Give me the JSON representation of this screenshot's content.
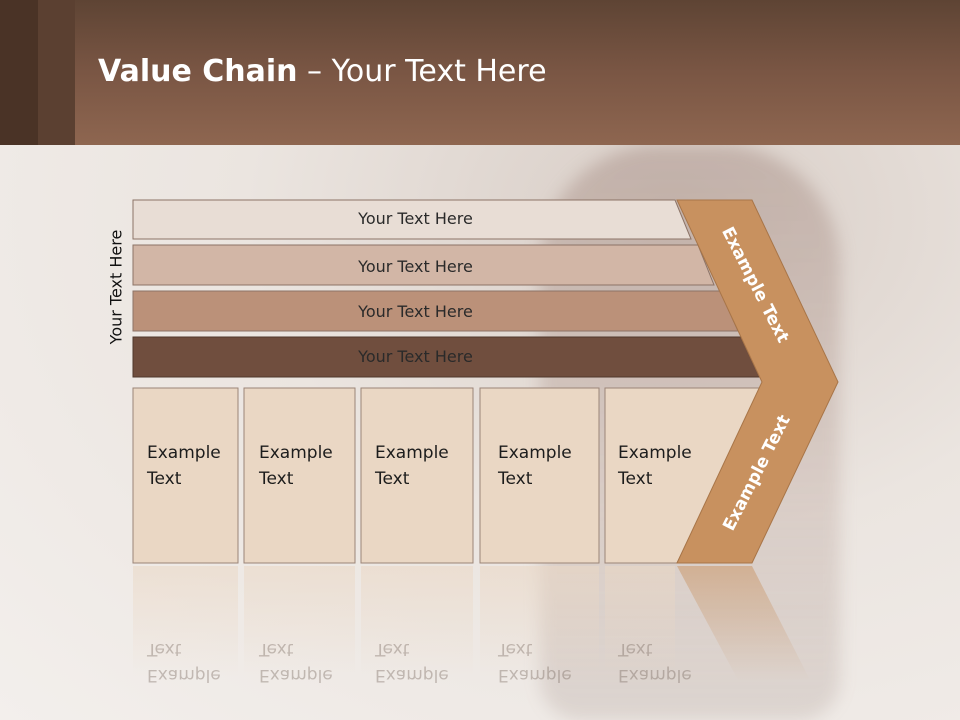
{
  "title": {
    "bold": "Value Chain",
    "rest": " – Your Text Here"
  },
  "side_label": "Your Text Here",
  "bars": [
    {
      "label": "Your Text Here",
      "color": "#e8ddd5"
    },
    {
      "label": "Your Text Here",
      "color": "#d2b6a6"
    },
    {
      "label": "Your Text Here",
      "color": "#bb9179"
    },
    {
      "label": "Your Text Here",
      "color": "#704e3e"
    }
  ],
  "columns": [
    {
      "line1": "Example",
      "line2": "Text"
    },
    {
      "line1": "Example",
      "line2": "Text"
    },
    {
      "line1": "Example",
      "line2": "Text"
    },
    {
      "line1": "Example",
      "line2": "Text"
    },
    {
      "line1": "Example",
      "line2": "Text"
    }
  ],
  "arrow": {
    "upper_label": "Example Text",
    "lower_label": "Example Text",
    "color": "#c8915f"
  },
  "colors": {
    "header": "#7a5644",
    "column_fill": "#ead7c4"
  }
}
